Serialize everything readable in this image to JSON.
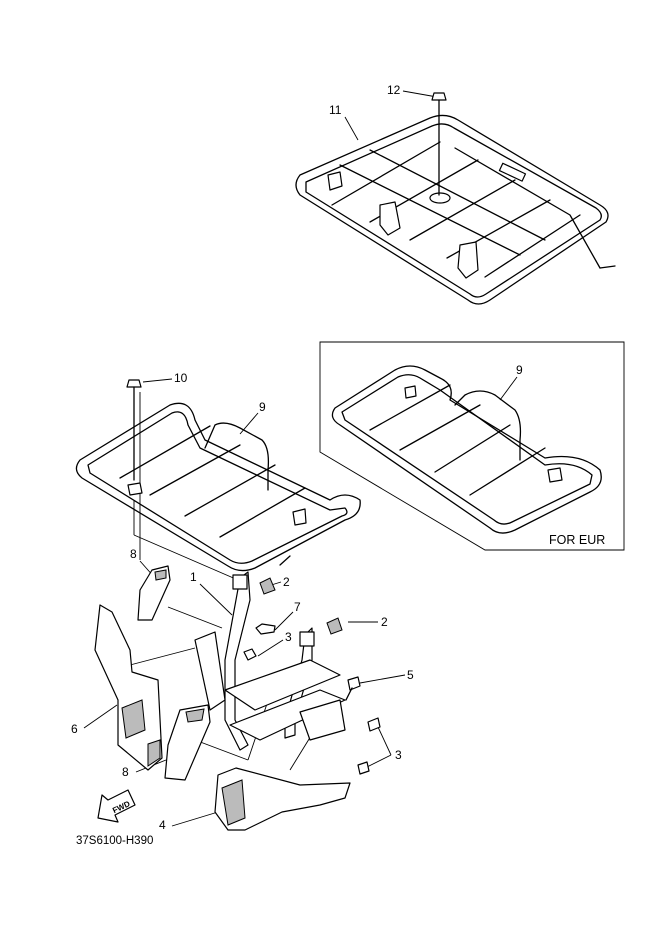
{
  "callouts": {
    "c12": "12",
    "c11": "11",
    "c10": "10",
    "c9a": "9",
    "c9b": "9",
    "c8a": "8",
    "c1": "1",
    "c2a": "2",
    "c7": "7",
    "c2b": "2",
    "c3a": "3",
    "c5": "5",
    "c6": "6",
    "c3b": "3",
    "c8b": "8",
    "c4": "4"
  },
  "variant_box_label": "FOR EUR",
  "fwd_arrow_label": "FWD",
  "diagram_code": "37S6100-H390"
}
